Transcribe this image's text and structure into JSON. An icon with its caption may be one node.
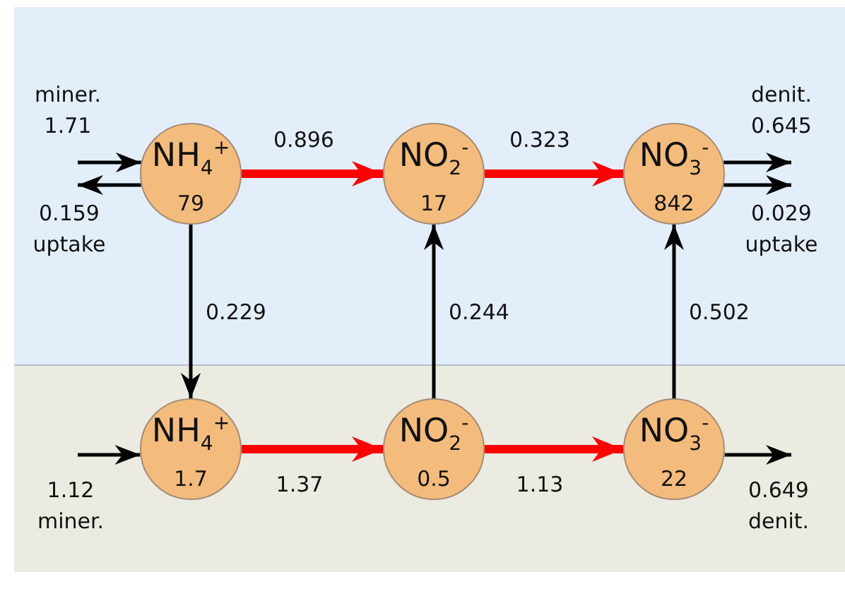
{
  "diagram": {
    "nodes": [
      {
        "text": [
          "NH$_{4}$$^{+}$",
          "79"
        ]
      },
      {
        "text": [
          "NO$_{2}$$^{-}$",
          "17"
        ]
      },
      {
        "text": [
          "NO$_{3}$$^{-}$",
          "842"
        ]
      },
      {
        "text": [
          "NH$_{4}$$^{+}$",
          "1.7"
        ]
      },
      {
        "text": [
          "NO$_{2}$$^{-}$",
          "0.5"
        ]
      },
      {
        "text": [
          "NO$_{3}$$^{-}$",
          "22"
        ]
      }
    ],
    "edges": [
      {
        "from": null,
        "to": 0,
        "arrow": "to",
        "label": "miner. 1.71"
      },
      {
        "from": 0,
        "to": null,
        "arrow": "to",
        "label": "0.159 uptake"
      },
      {
        "from": 0,
        "to": 1,
        "arrow": "to",
        "label": "0.896",
        "style": "thick",
        "color": "#ff0000"
      },
      {
        "from": 1,
        "to": 2,
        "arrow": "to",
        "label": "0.323",
        "style": "thick",
        "color": "#ff0000"
      },
      {
        "from": 2,
        "to": null,
        "arrow": "to",
        "label": "denit. 0.645"
      },
      {
        "from": 2,
        "to": null,
        "arrow": "to",
        "label": "0.029 uptake"
      },
      {
        "from": 0,
        "to": 3,
        "arrow": "to",
        "label": "0.229"
      },
      {
        "from": 4,
        "to": 1,
        "arrow": "to",
        "label": "0.244"
      },
      {
        "from": 5,
        "to": 2,
        "arrow": "to",
        "label": "0.502"
      },
      {
        "from": null,
        "to": 3,
        "arrow": "to",
        "label": "1.12 miner."
      },
      {
        "from": 3,
        "to": 4,
        "arrow": "to",
        "label": "1.37",
        "style": "thick",
        "color": "#ff0000"
      },
      {
        "from": 4,
        "to": 5,
        "arrow": "to",
        "label": "1.13",
        "style": "thick",
        "color": "#ff0000"
      },
      {
        "from": 5,
        "to": null,
        "arrow": "to",
        "label": "0.649 denit."
      }
    ]
  }
}
